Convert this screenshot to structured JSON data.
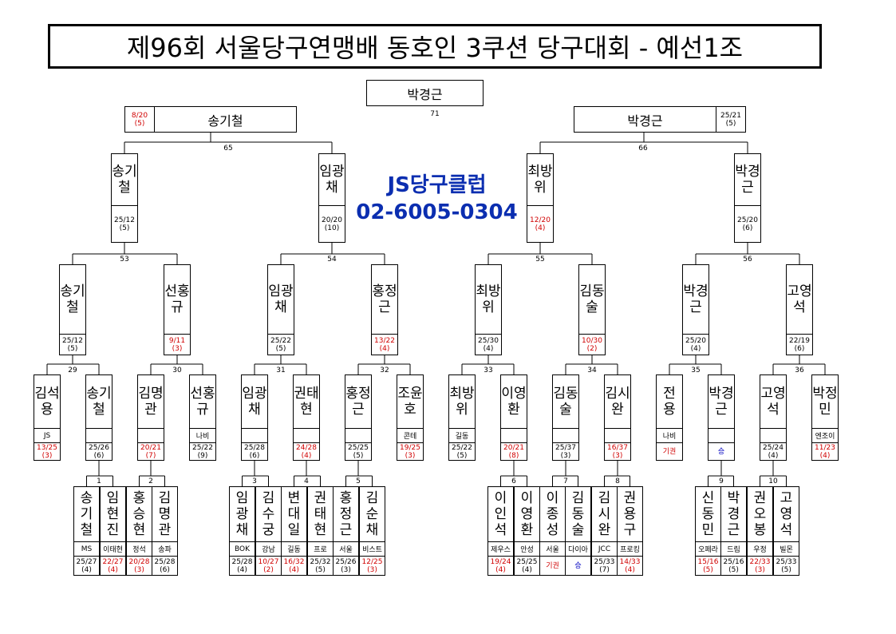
{
  "title": "제96회 서울당구연맹배 동호인 3쿠션 당구대회 - 예선1조",
  "sponsor": {
    "name": "JS당구클럽",
    "phone": "02-6005-0304"
  },
  "champion": "박경근",
  "finalists": [
    {
      "name": "송기철",
      "score": "8/20",
      "inn": "(5)"
    },
    {
      "name": "박경근",
      "score": "25/21",
      "inn": "(5)"
    }
  ],
  "r8": [
    {
      "name": "송기철",
      "score": "25/12",
      "inn": "(5)"
    },
    {
      "name": "임광채",
      "score": "20/20",
      "inn": "(10)"
    },
    {
      "name": "최방위",
      "score": "12/20",
      "inn": "(4)"
    },
    {
      "name": "박경근",
      "score": "25/20",
      "inn": "(6)"
    }
  ],
  "r16": [
    {
      "name": "송기철",
      "score": "25/12",
      "inn": "(5)"
    },
    {
      "name": "선홍규",
      "score": "9/11",
      "inn": "(3)"
    },
    {
      "name": "임광채",
      "score": "25/22",
      "inn": "(5)"
    },
    {
      "name": "홍정근",
      "score": "13/22",
      "inn": "(4)"
    },
    {
      "name": "최방위",
      "score": "25/30",
      "inn": "(4)"
    },
    {
      "name": "김동술",
      "score": "10/30",
      "inn": "(2)"
    },
    {
      "name": "박경근",
      "score": "25/20",
      "inn": "(4)"
    },
    {
      "name": "고영석",
      "score": "22/19",
      "inn": "(6)"
    }
  ],
  "r32": [
    {
      "name": "김석용",
      "club": "JS",
      "score": "13/25",
      "inn": "(3)"
    },
    {
      "name": "송기철",
      "club": "",
      "score": "25/26",
      "inn": "(6)"
    },
    {
      "name": "김명관",
      "club": "",
      "score": "20/21",
      "inn": "(7)"
    },
    {
      "name": "선홍규",
      "club": "나비",
      "score": "25/22",
      "inn": "(9)"
    },
    {
      "name": "임광채",
      "club": "",
      "score": "25/28",
      "inn": "(6)"
    },
    {
      "name": "권태현",
      "club": "",
      "score": "24/28",
      "inn": "(4)"
    },
    {
      "name": "홍정근",
      "club": "",
      "score": "25/25",
      "inn": "(5)"
    },
    {
      "name": "조윤호",
      "club": "콘테",
      "score": "19/25",
      "inn": "(3)"
    },
    {
      "name": "최방위",
      "club": "길동",
      "score": "25/22",
      "inn": "(5)"
    },
    {
      "name": "이영환",
      "club": "",
      "score": "20/21",
      "inn": "(8)"
    },
    {
      "name": "김동술",
      "club": "",
      "score": "25/37",
      "inn": "(3)"
    },
    {
      "name": "김시완",
      "club": "",
      "score": "16/37",
      "inn": "(3)"
    },
    {
      "name": "전 용",
      "club": "나비",
      "score": "기권",
      "inn": ""
    },
    {
      "name": "박경근",
      "club": "",
      "score": "승",
      "inn": ""
    },
    {
      "name": "고영석",
      "club": "",
      "score": "25/24",
      "inn": "(4)"
    },
    {
      "name": "박정민",
      "club": "엔조이",
      "score": "11/23",
      "inn": "(4)"
    }
  ],
  "r64": [
    {
      "name": "송기철",
      "club": "MS",
      "score": "25/27",
      "inn": "(4)"
    },
    {
      "name": "임현진",
      "club": "이태현",
      "score": "22/27",
      "inn": "(4)"
    },
    {
      "name": "홍승현",
      "club": "정석",
      "score": "20/28",
      "inn": "(3)"
    },
    {
      "name": "김명관",
      "club": "송파",
      "score": "25/28",
      "inn": "(6)"
    },
    {
      "name": "임광채",
      "club": "BOK",
      "score": "25/28",
      "inn": "(4)"
    },
    {
      "name": "김수궁",
      "club": "강남",
      "score": "10/27",
      "inn": "(2)"
    },
    {
      "name": "변대일",
      "club": "길동",
      "score": "16/32",
      "inn": "(4)"
    },
    {
      "name": "권태현",
      "club": "프로",
      "score": "25/32",
      "inn": "(5)"
    },
    {
      "name": "홍정근",
      "club": "서울",
      "score": "25/26",
      "inn": "(3)"
    },
    {
      "name": "김순채",
      "club": "비스트",
      "score": "12/25",
      "inn": "(3)"
    },
    {
      "name": "이인석",
      "club": "제우스",
      "score": "19/24",
      "inn": "(4)"
    },
    {
      "name": "이영환",
      "club": "안성",
      "score": "25/25",
      "inn": "(4)"
    },
    {
      "name": "이종성",
      "club": "서울",
      "score": "기권",
      "inn": ""
    },
    {
      "name": "김동술",
      "club": "다이아",
      "score": "승",
      "inn": ""
    },
    {
      "name": "김시완",
      "club": "JCC",
      "score": "25/33",
      "inn": "(7)"
    },
    {
      "name": "권용구",
      "club": "프로킹",
      "score": "14/33",
      "inn": "(4)"
    },
    {
      "name": "신동민",
      "club": "오페라",
      "score": "15/16",
      "inn": "(5)"
    },
    {
      "name": "박경근",
      "club": "드림",
      "score": "25/16",
      "inn": "(5)"
    },
    {
      "name": "권오봉",
      "club": "우정",
      "score": "22/33",
      "inn": "(3)"
    },
    {
      "name": "고영석",
      "club": "빌몬",
      "score": "25/33",
      "inn": "(5)"
    }
  ],
  "match_numbers": [
    "1",
    "2",
    "3",
    "4",
    "5",
    "6",
    "7",
    "8",
    "9",
    "10",
    "29",
    "30",
    "31",
    "32",
    "33",
    "34",
    "35",
    "36",
    "53",
    "54",
    "55",
    "56",
    "65",
    "66",
    "71"
  ]
}
